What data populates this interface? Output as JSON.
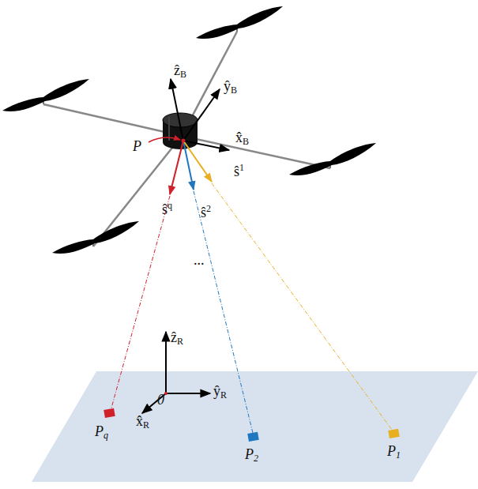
{
  "diagram": {
    "labels": [
      "ẑB",
      "ŷB",
      "x̂B",
      "P",
      "ŝ1",
      "ŝ2",
      "ŝq",
      "...",
      "ẑR",
      "ŷR",
      "x̂R",
      "0",
      "Pq",
      "P2",
      "P1"
    ]
  }
}
